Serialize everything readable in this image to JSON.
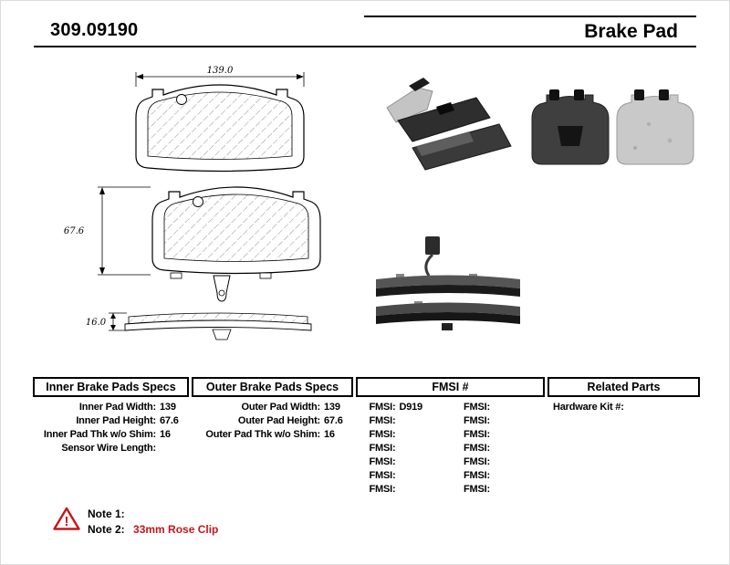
{
  "header": {
    "part_number": "309.09190",
    "product_type": "Brake Pad"
  },
  "drawings": {
    "width_dim": "139.0",
    "height_dim": "67.6",
    "thickness_dim": "16.0"
  },
  "specs": {
    "inner": {
      "header": "Inner Brake Pads Specs",
      "rows": [
        {
          "label": "Inner Pad Width:",
          "value": "139"
        },
        {
          "label": "Inner Pad Height:",
          "value": "67.6"
        },
        {
          "label": "Inner Pad Thk w/o Shim:",
          "value": "16"
        },
        {
          "label": "Sensor Wire Length:",
          "value": ""
        }
      ]
    },
    "outer": {
      "header": "Outer Brake Pads Specs",
      "rows": [
        {
          "label": "Outer Pad Width:",
          "value": "139"
        },
        {
          "label": "Outer Pad Height:",
          "value": "67.6"
        },
        {
          "label": "Outer Pad Thk w/o Shim:",
          "value": "16"
        }
      ]
    },
    "fmsi": {
      "header": "FMSI #",
      "rows": [
        {
          "l_label": "FMSI:",
          "l_value": "D919",
          "r_label": "FMSI:",
          "r_value": ""
        },
        {
          "l_label": "FMSI:",
          "l_value": "",
          "r_label": "FMSI:",
          "r_value": ""
        },
        {
          "l_label": "FMSI:",
          "l_value": "",
          "r_label": "FMSI:",
          "r_value": ""
        },
        {
          "l_label": "FMSI:",
          "l_value": "",
          "r_label": "FMSI:",
          "r_value": ""
        },
        {
          "l_label": "FMSI:",
          "l_value": "",
          "r_label": "FMSI:",
          "r_value": ""
        },
        {
          "l_label": "FMSI:",
          "l_value": "",
          "r_label": "FMSI:",
          "r_value": ""
        },
        {
          "l_label": "FMSI:",
          "l_value": "",
          "r_label": "FMSI:",
          "r_value": ""
        }
      ]
    },
    "related": {
      "header": "Related Parts",
      "rows": [
        {
          "label": "Hardware Kit #:",
          "value": ""
        }
      ]
    }
  },
  "notes": {
    "warning_glyph": "!",
    "note1_label": "Note 1:",
    "note1_value": "",
    "note2_label": "Note 2:",
    "note2_value": "33mm Rose Clip"
  },
  "colors": {
    "accent_red": "#c4161c",
    "text": "#000000",
    "background": "#ffffff"
  }
}
